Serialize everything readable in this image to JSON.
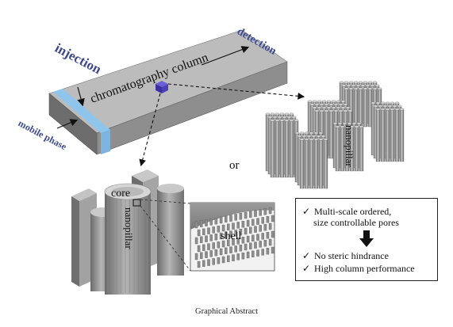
{
  "labels": {
    "injection": "injection",
    "column": "chromatography column",
    "detection": "detection",
    "mobile_phase": "mobile phase",
    "or": "or",
    "core": "core",
    "nanopillar_left": "nanopillar",
    "nanopillar_right": "nanopillar",
    "shell": "shell"
  },
  "benefits": {
    "check_mark": "✓",
    "item1_line1": "Multi-scale ordered,",
    "item1_line2": "size controllable pores",
    "item2": "No steric hindrance",
    "item3": "High column performance"
  },
  "caption": "Graphical Abstract",
  "colors": {
    "column_top": "#bcbcbc",
    "column_front": "#8e8e8e",
    "column_side": "#6d6d6d",
    "blue_band": "#8fc4ec",
    "label_blue": "#3e4a8f",
    "marker": "#4b3fb8",
    "pillar": "#9a9a9a"
  }
}
